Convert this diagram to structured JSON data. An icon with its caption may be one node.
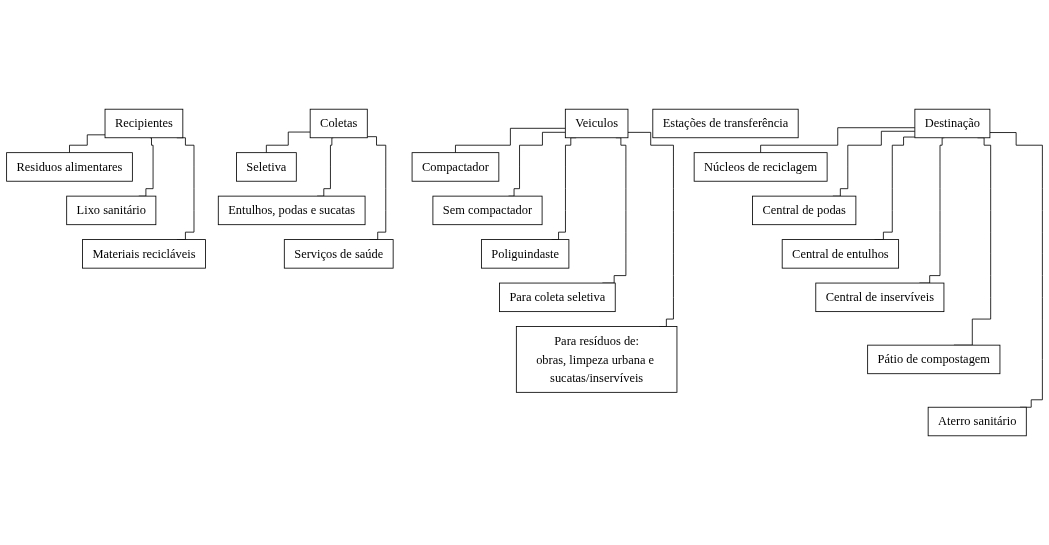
{
  "diagram": {
    "nodes": [
      {
        "text": [
          "Recipientes"
        ]
      },
      {
        "text": [
          "Residuos alimentares"
        ]
      },
      {
        "text": [
          "Lixo sanitário"
        ]
      },
      {
        "text": [
          "Materiais recicláveis"
        ]
      },
      {
        "text": [
          "Veiculos"
        ]
      },
      {
        "text": [
          "Compactador"
        ]
      },
      {
        "text": [
          "Sem compactador"
        ]
      },
      {
        "text": [
          "Poliguindaste"
        ]
      },
      {
        "text": [
          "Para coleta seletiva"
        ]
      },
      {
        "text": [
          "Para resíduos de:",
          "obras, limpeza urbana e sucatas/inservíveis"
        ]
      },
      {
        "text": [
          "Coletas"
        ]
      },
      {
        "text": [
          "Seletiva"
        ]
      },
      {
        "text": [
          "Entulhos, podas e sucatas"
        ]
      },
      {
        "text": [
          "Serviços de saúde"
        ]
      },
      {
        "text": [
          "Estações de transferência"
        ]
      },
      {
        "text": [
          "Destinação"
        ]
      },
      {
        "text": [
          "Núcleos de reciclagem"
        ]
      },
      {
        "text": [
          "Central de podas"
        ]
      },
      {
        "text": [
          "Central de entulhos"
        ]
      },
      {
        "text": [
          "Central de inservíveis"
        ]
      },
      {
        "text": [
          "Pátio de compostagem"
        ]
      },
      {
        "text": [
          "Aterro sanitário"
        ]
      }
    ],
    "edges": [
      {
        "from": 0,
        "to": 1,
        "arrow": "none"
      },
      {
        "from": 0,
        "to": 2,
        "arrow": "none"
      },
      {
        "from": 0,
        "to": 3,
        "arrow": "none"
      },
      {
        "from": 4,
        "to": 5,
        "arrow": "none"
      },
      {
        "from": 4,
        "to": 6,
        "arrow": "none"
      },
      {
        "from": 4,
        "to": 7,
        "arrow": "none"
      },
      {
        "from": 4,
        "to": 8,
        "arrow": "none"
      },
      {
        "from": 4,
        "to": 9,
        "arrow": "none"
      },
      {
        "from": 10,
        "to": 11,
        "arrow": "none"
      },
      {
        "from": 10,
        "to": 12,
        "arrow": "none"
      },
      {
        "from": 10,
        "to": 13,
        "arrow": "none"
      },
      {
        "from": 15,
        "to": 16,
        "arrow": "none"
      },
      {
        "from": 15,
        "to": 17,
        "arrow": "none"
      },
      {
        "from": 15,
        "to": 18,
        "arrow": "none"
      },
      {
        "from": 15,
        "to": 19,
        "arrow": "none"
      },
      {
        "from": 15,
        "to": 20,
        "arrow": "none"
      },
      {
        "from": 15,
        "to": 21,
        "arrow": "none"
      }
    ]
  }
}
